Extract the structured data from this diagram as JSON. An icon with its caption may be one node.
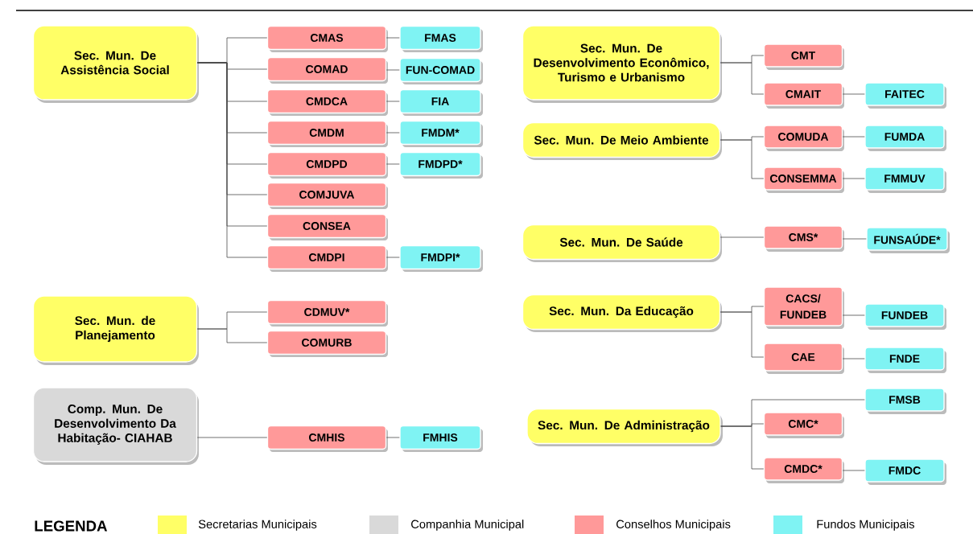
{
  "diagram": {
    "nodes": [
      {
        "text": [
          "Sec. Mun. De Assistência Social"
        ]
      },
      {
        "text": [
          "CMAS"
        ]
      },
      {
        "text": [
          "FMAS"
        ]
      },
      {
        "text": [
          "COMAD"
        ]
      },
      {
        "text": [
          "FUN-COMAD"
        ]
      },
      {
        "text": [
          "CMDCA"
        ]
      },
      {
        "text": [
          "FIA"
        ]
      },
      {
        "text": [
          "CMDM"
        ]
      },
      {
        "text": [
          "FMDM*"
        ]
      },
      {
        "text": [
          "CMDPD"
        ]
      },
      {
        "text": [
          "FMDPD*"
        ]
      },
      {
        "text": [
          "COMJUVA"
        ]
      },
      {
        "text": [
          "CONSEA"
        ]
      },
      {
        "text": [
          "CMDPI"
        ]
      },
      {
        "text": [
          "FMDPI*"
        ]
      },
      {
        "text": [
          "Sec. Mun. de Planejamento"
        ]
      },
      {
        "text": [
          "CDMUV*"
        ]
      },
      {
        "text": [
          "COMURB"
        ]
      },
      {
        "text": [
          "Comp. Mun. De Desenvolvimento Da Habitação- CIAHAB"
        ]
      },
      {
        "text": [
          "CMHIS"
        ]
      },
      {
        "text": [
          "FMHIS"
        ]
      },
      {
        "text": [
          "Sec. Mun. De Desenvolvimento Econômico, Turismo e Urbanismo"
        ]
      },
      {
        "text": [
          "CMT"
        ]
      },
      {
        "text": [
          "CMAIT"
        ]
      },
      {
        "text": [
          "FAITEC"
        ]
      },
      {
        "text": [
          "Sec. Mun. De Meio Ambiente"
        ]
      },
      {
        "text": [
          "COMUDA"
        ]
      },
      {
        "text": [
          "FUMDA"
        ]
      },
      {
        "text": [
          "CONSEMMA"
        ]
      },
      {
        "text": [
          "FMMUV"
        ]
      },
      {
        "text": [
          "Sec. Mun. De Saúde"
        ]
      },
      {
        "text": [
          "CMS*"
        ]
      },
      {
        "text": [
          "FUNSAÚDE*"
        ]
      },
      {
        "text": [
          "Sec. Mun. Da Educação"
        ]
      },
      {
        "text": [
          "CACS/ FUNDEB"
        ]
      },
      {
        "text": [
          "FUNDEB"
        ]
      },
      {
        "text": [
          "CAE"
        ]
      },
      {
        "text": [
          "FNDE"
        ]
      },
      {
        "text": [
          "Sec. Mun. De Administração"
        ]
      },
      {
        "text": [
          "FMSB"
        ]
      },
      {
        "text": [
          "CMC*"
        ]
      },
      {
        "text": [
          "CMDC*"
        ]
      },
      {
        "text": [
          "FMDC"
        ]
      }
    ],
    "edges": [
      {
        "from": 0,
        "to": 1,
        "arrow": "none"
      },
      {
        "from": 1,
        "to": 2,
        "arrow": "none"
      },
      {
        "from": 0,
        "to": 3,
        "arrow": "none"
      },
      {
        "from": 3,
        "to": 4,
        "arrow": "none"
      },
      {
        "from": 0,
        "to": 5,
        "arrow": "none"
      },
      {
        "from": 5,
        "to": 6,
        "arrow": "none"
      },
      {
        "from": 0,
        "to": 7,
        "arrow": "none"
      },
      {
        "from": 7,
        "to": 8,
        "arrow": "none"
      },
      {
        "from": 0,
        "to": 9,
        "arrow": "none"
      },
      {
        "from": 9,
        "to": 10,
        "arrow": "none"
      },
      {
        "from": 0,
        "to": 11,
        "arrow": "none"
      },
      {
        "from": 0,
        "to": 12,
        "arrow": "none"
      },
      {
        "from": 0,
        "to": 13,
        "arrow": "none"
      },
      {
        "from": 13,
        "to": 14,
        "arrow": "none"
      },
      {
        "from": 15,
        "to": 16,
        "arrow": "none"
      },
      {
        "from": 15,
        "to": 17,
        "arrow": "none"
      },
      {
        "from": 18,
        "to": 19,
        "arrow": "none"
      },
      {
        "from": 19,
        "to": 20,
        "arrow": "none"
      },
      {
        "from": 21,
        "to": 22,
        "arrow": "none"
      },
      {
        "from": 21,
        "to": 23,
        "arrow": "none"
      },
      {
        "from": 23,
        "to": 24,
        "arrow": "none"
      },
      {
        "from": 25,
        "to": 26,
        "arrow": "none"
      },
      {
        "from": 26,
        "to": 27,
        "arrow": "none"
      },
      {
        "from": 25,
        "to": 28,
        "arrow": "none"
      },
      {
        "from": 28,
        "to": 29,
        "arrow": "none"
      },
      {
        "from": 30,
        "to": 31,
        "arrow": "none"
      },
      {
        "from": 31,
        "to": 32,
        "arrow": "none"
      },
      {
        "from": 33,
        "to": 34,
        "arrow": "none"
      },
      {
        "from": 34,
        "to": 35,
        "arrow": "none"
      },
      {
        "from": 33,
        "to": 36,
        "arrow": "none"
      },
      {
        "from": 36,
        "to": 37,
        "arrow": "none"
      },
      {
        "from": 38,
        "to": 39,
        "arrow": "none"
      },
      {
        "from": 38,
        "to": 40,
        "arrow": "none"
      },
      {
        "from": 38,
        "to": 41,
        "arrow": "none"
      },
      {
        "from": 41,
        "to": 42,
        "arrow": "none"
      }
    ],
    "labels": [
      "LEGENDA"
    ],
    "legend": [
      {
        "text": "Secretarias Municipais",
        "color": "#ffff66"
      },
      {
        "text": "Companhia Municipal",
        "color": "#d9d9d9"
      },
      {
        "text": "Conselhos Municipais",
        "color": "#ff9999"
      },
      {
        "text": "Fundos Municipais",
        "color": "#7ff3f3"
      }
    ]
  }
}
